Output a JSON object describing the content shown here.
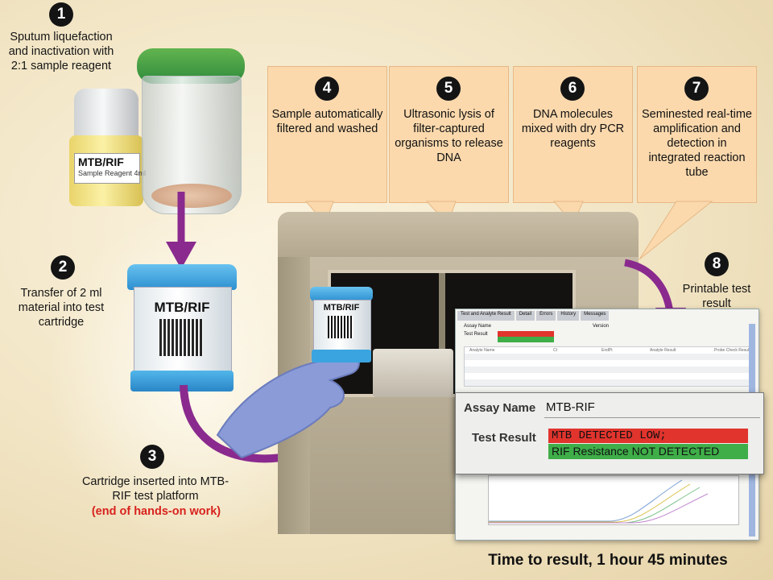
{
  "steps": [
    {
      "num": "1",
      "text": "Sputum liquefaction and inactivation with 2:1 sample reagent"
    },
    {
      "num": "2",
      "text": "Transfer of 2 ml material into test cartridge"
    },
    {
      "num": "3",
      "text": "Cartridge inserted into MTB-RIF test platform",
      "emphasis": "(end of hands-on work)"
    },
    {
      "num": "4",
      "text": "Sample automatically filtered and washed"
    },
    {
      "num": "5",
      "text": "Ultrasonic lysis of filter-captured organisms to release DNA"
    },
    {
      "num": "6",
      "text": "DNA molecules mixed with dry PCR reagents"
    },
    {
      "num": "7",
      "text": "Seminested real-time amplification and detection in integrated reaction tube"
    },
    {
      "num": "8",
      "text": "Printable test result"
    }
  ],
  "reagent_label": {
    "title": "MTB/RIF",
    "sub": "Sample Reagent 4ml"
  },
  "cartridge_label": "MTB/RIF",
  "result_panel": {
    "assay_name_label": "Assay Name",
    "assay_name_value": "MTB-RIF",
    "test_result_label": "Test Result",
    "result_line_1": "MTB DETECTED LOW;",
    "result_line_2": "RIF Resistance NOT DETECTED"
  },
  "screenshot": {
    "tabs": [
      "Test and Analyte Result",
      "Detail",
      "Errors",
      "History",
      "Messages"
    ],
    "small_assay_label": "Assay Name",
    "small_version_label": "Version",
    "small_test_result_label": "Test Result",
    "columns": [
      "Analyte Name",
      "Ct",
      "EndPt",
      "Analyte Result",
      "Probe Check Result"
    ]
  },
  "footer": "Time to result, 1 hour 45 minutes",
  "colors": {
    "bubble": "#fbd9ad",
    "arrow": "#8a2a8e",
    "cartridge": "#3aa4e0",
    "cap_green": "#2f8a3c",
    "result_red": "#e0342d",
    "result_green": "#3fae49"
  }
}
